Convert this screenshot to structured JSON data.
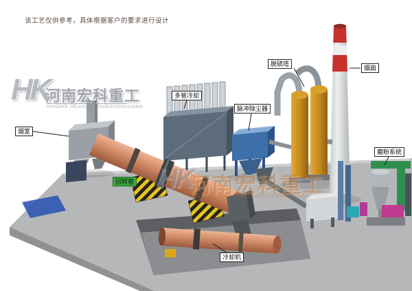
{
  "disclaimer": "该工艺仅供参考，具体根据客户的要求进行设计",
  "logo": {
    "monogram": "HK",
    "company_cn": "河南宏科重工",
    "company_en": "HONGKE HENANHONGKEZHONGGONG"
  },
  "watermark": {
    "monogram": "HK",
    "company_cn": "河南宏科重工",
    "company_en": "HONGKE HENANHONGKEZHONGGONG"
  },
  "labels": {
    "smoke_chamber": "烟室",
    "rotary_kiln": "回转窑",
    "multi_tube_cooling": "多管冷却",
    "pulse_dust_collector": "脉冲除尘器",
    "desulfurization_tower": "脱硫塔",
    "chimney": "烟囱",
    "grinding_system": "磨粉系统",
    "cooling_machine": "冷却机"
  },
  "colors": {
    "kiln_shell": "#cc7a55",
    "dust_collector_blue": "#3f6fa8",
    "tower_orange": "#c88a1d",
    "chimney_band_red": "#c8312c",
    "kiln_label_green": "#3da73f",
    "watermark_orange": "#c06e26",
    "platform_gray": "#b5b7b9",
    "hazard_yellow": "#e6c31e"
  }
}
